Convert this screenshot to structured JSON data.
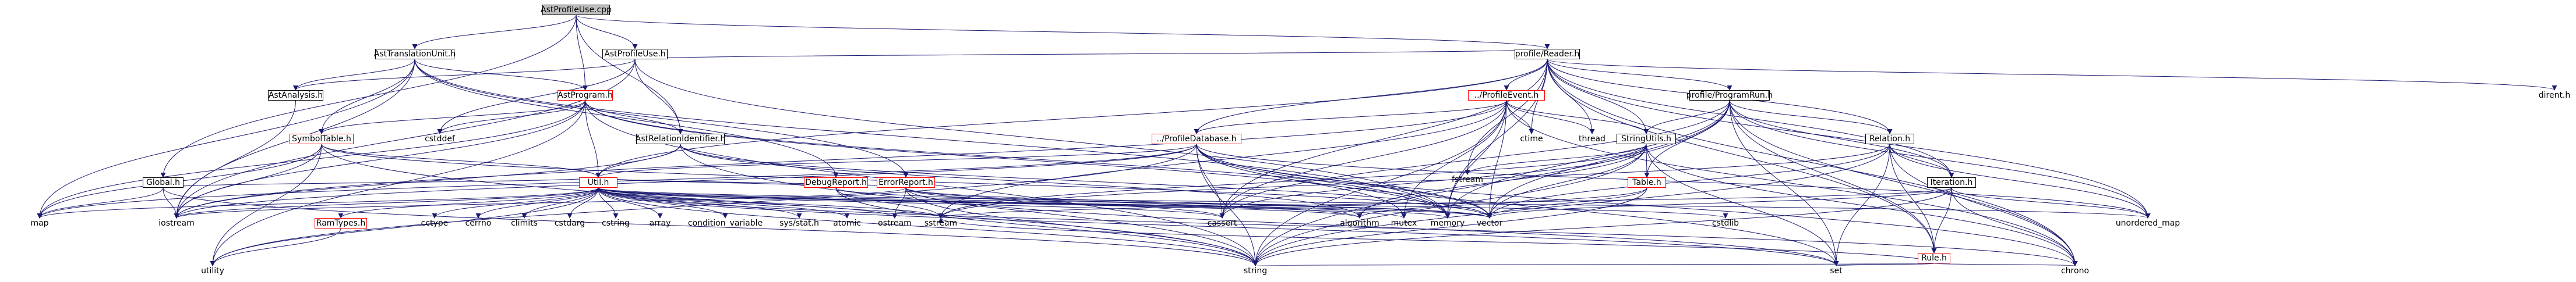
{
  "graph": {
    "root": "AstProfileUse.cpp",
    "nodes": {
      "root": "AstProfileUse.cpp",
      "ast_translation_unit": "AstTranslationUnit.h",
      "ast_profile_use": "AstProfileUse.h",
      "profile_reader": "profile/Reader.h",
      "direct": "dirent.h",
      "ast_analysis": "AstAnalysis.h",
      "ast_program": "AstProgram.h",
      "profile_event": "../ProfileEvent.h",
      "profile_program_run": "profile/ProgramRun.h",
      "cstddef": "cstddef",
      "ast_relation_identifier": "AstRelationIdentifier.h",
      "symbol_table": "SymbolTable.h",
      "ctime": "ctime",
      "thread": "thread",
      "profile_database": "../ProfileDatabase.h",
      "string_utils": "StringUtils.h",
      "relation": "Relation.h",
      "fstream": "fstream",
      "global": "Global.h",
      "debug_report": "DebugReport.h",
      "error_report": "ErrorReport.h",
      "util": "Util.h",
      "table": "Table.h",
      "iteration": "Iteration.h",
      "ram_types": "RamTypes.h",
      "cassert": "cassert",
      "algorithm": "algorithm",
      "mutex": "mutex",
      "memory": "memory",
      "vector": "vector",
      "cstdlib": "cstdlib",
      "unordered_map": "unordered_map",
      "rule": "Rule.h",
      "map": "map",
      "iostream": "iostream",
      "cctype": "cctype",
      "cerrno": "cerrno",
      "climits": "climits",
      "cstdarg": "cstdarg",
      "cstring": "cstring",
      "array": "array",
      "condition_variable": "condition_variable",
      "sys_stat": "sys/stat.h",
      "atomic": "atomic",
      "ostream": "ostream",
      "sstream": "sstream",
      "set": "set",
      "chrono": "chrono",
      "utility": "utility",
      "string": "string"
    }
  }
}
